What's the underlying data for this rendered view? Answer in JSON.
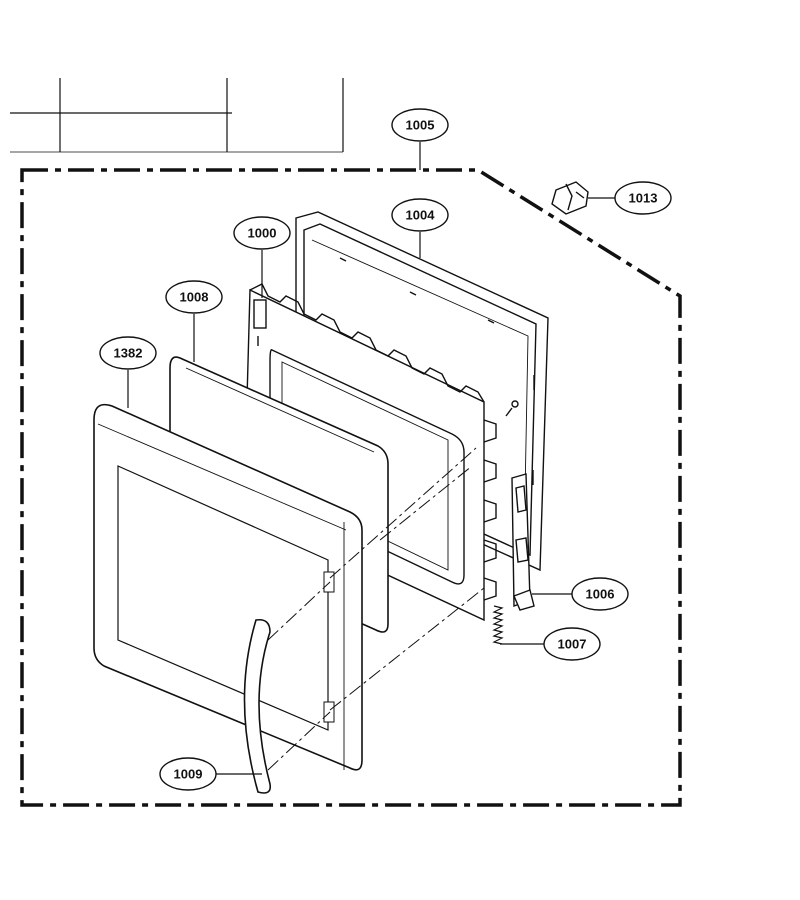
{
  "parts": [
    {
      "id": "1005",
      "label": "1005"
    },
    {
      "id": "1013",
      "label": "1013"
    },
    {
      "id": "1004",
      "label": "1004"
    },
    {
      "id": "1000",
      "label": "1000"
    },
    {
      "id": "1008",
      "label": "1008"
    },
    {
      "id": "1382",
      "label": "1382"
    },
    {
      "id": "1006",
      "label": "1006"
    },
    {
      "id": "1007",
      "label": "1007"
    },
    {
      "id": "1009",
      "label": "1009"
    }
  ],
  "colors": {
    "line": "#111111",
    "background": "#ffffff"
  }
}
